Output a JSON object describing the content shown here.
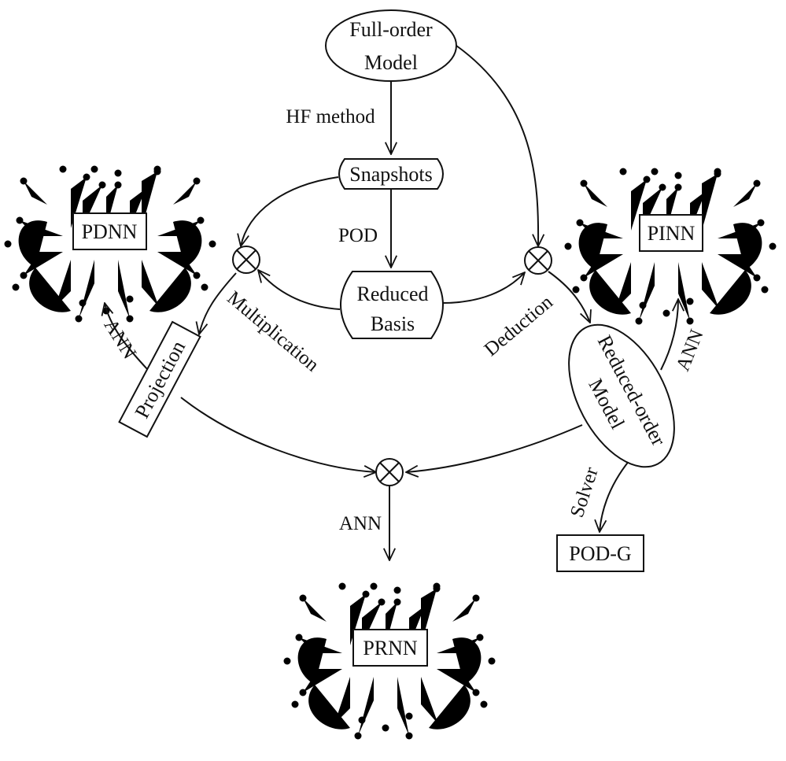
{
  "nodes": {
    "full_order_model": {
      "line1": "Full-order",
      "line2": "Model"
    },
    "snapshots": "Snapshots",
    "reduced_basis": {
      "line1": "Reduced",
      "line2": "Basis"
    },
    "projection": "Projection",
    "reduced_order_model": {
      "line1": "Reduced-order",
      "line2": "Model"
    },
    "pod_g": "POD-G",
    "pdnn": "PDNN",
    "pinn": "PINN",
    "prnn": "PRNN"
  },
  "edges": {
    "hf_method": "HF method",
    "pod": "POD",
    "multiplication": "Multiplication",
    "deduction": "Deduction",
    "ann_pdnn": "ANN",
    "ann_pinn": "ANN",
    "ann_prnn": "ANN",
    "solver": "Solver"
  },
  "icons": {
    "combine": "circle-times-icon",
    "network": "circuit-brain-icon"
  }
}
